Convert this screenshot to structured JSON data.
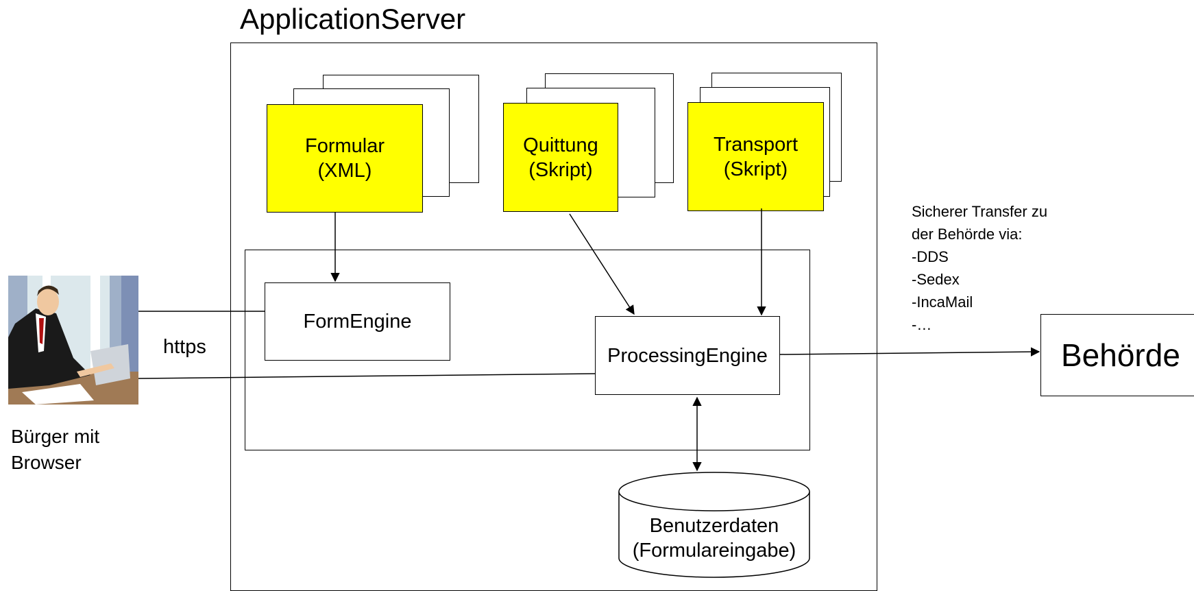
{
  "server": {
    "title": "ApplicationServer"
  },
  "components": {
    "formular": {
      "line1": "Formular",
      "line2": "(XML)"
    },
    "quittung": {
      "line1": "Quittung",
      "line2": "(Skript)"
    },
    "transport": {
      "line1": "Transport",
      "line2": "(Skript)"
    }
  },
  "engines": {
    "form_engine": "FormEngine",
    "processing_engine": "ProcessingEngine"
  },
  "database": {
    "line1": "Benutzerdaten",
    "line2": "(Formulareingabe)"
  },
  "user": {
    "line1": "Bürger mit",
    "line2": "Browser"
  },
  "connection": {
    "protocol": "https"
  },
  "transfer_note": {
    "lines": [
      "Sicherer Transfer zu",
      "der Behörde via:",
      "-DDS",
      "-Sedex",
      "-IncaMail",
      "-…"
    ]
  },
  "authority": {
    "label": "Behörde"
  },
  "colors": {
    "component_fill": "#ffff00",
    "stroke": "#000000"
  }
}
